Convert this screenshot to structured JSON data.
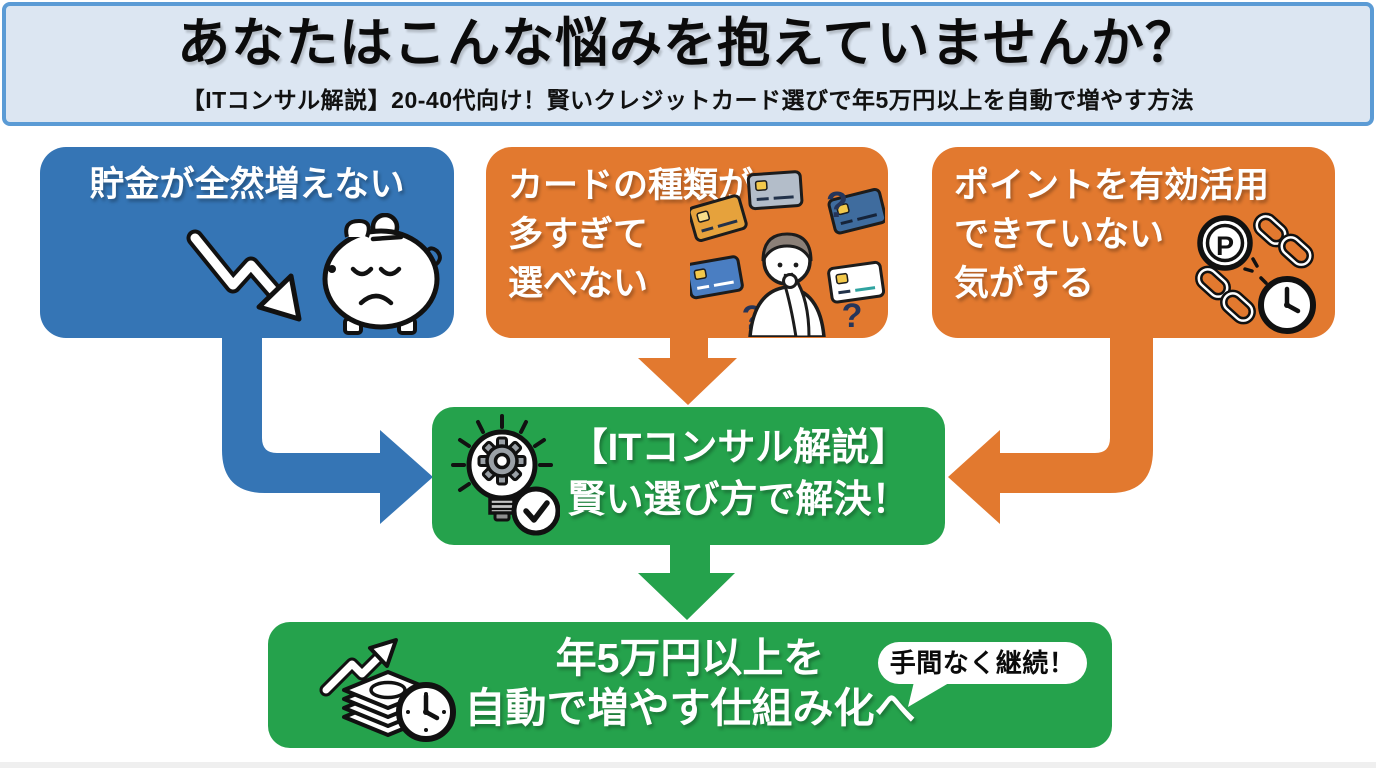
{
  "header": {
    "title": "あなたはこんな悩みを抱えていませんか？",
    "subtitle": "【ITコンサル解説】20-40代向け！賢いクレジットカード選びで年5万円以上を自動で増やす方法"
  },
  "problems": [
    {
      "id": "savings-not-growing",
      "color": "#3575b5",
      "lines": [
        "貯金が全然増えない"
      ],
      "icon": "declining-arrow-sad-piggy-bank-icon"
    },
    {
      "id": "too-many-cards",
      "color": "#e2792f",
      "lines": [
        "カードの種類が",
        "多すぎて",
        "選べない"
      ],
      "icon": "confused-person-credit-cards-icon"
    },
    {
      "id": "points-not-used",
      "color": "#e2792f",
      "lines": [
        "ポイントを有効活用",
        "できていない",
        "気がする"
      ],
      "icon": "point-coin-broken-chain-clock-icon",
      "coin_letter": "P"
    }
  ],
  "solution": {
    "color": "#25a24c",
    "lines": [
      "【ITコンサル解説】",
      "賢い選び方で解決！"
    ],
    "icon": "lightbulb-gear-check-icon"
  },
  "outcome": {
    "color": "#25a24c",
    "lines": [
      "年5万円以上を",
      "自動で増やす仕組み化へ"
    ],
    "icon": "money-stack-growth-clock-icon",
    "badge": "手間なく継続！"
  },
  "colors": {
    "header_bg": "#dce6f2",
    "header_border": "#5b9bd5",
    "blue": "#3575b5",
    "orange": "#e2792f",
    "green": "#25a24c",
    "text_on_box": "#ffffff",
    "title_text": "#0b0b0b"
  }
}
